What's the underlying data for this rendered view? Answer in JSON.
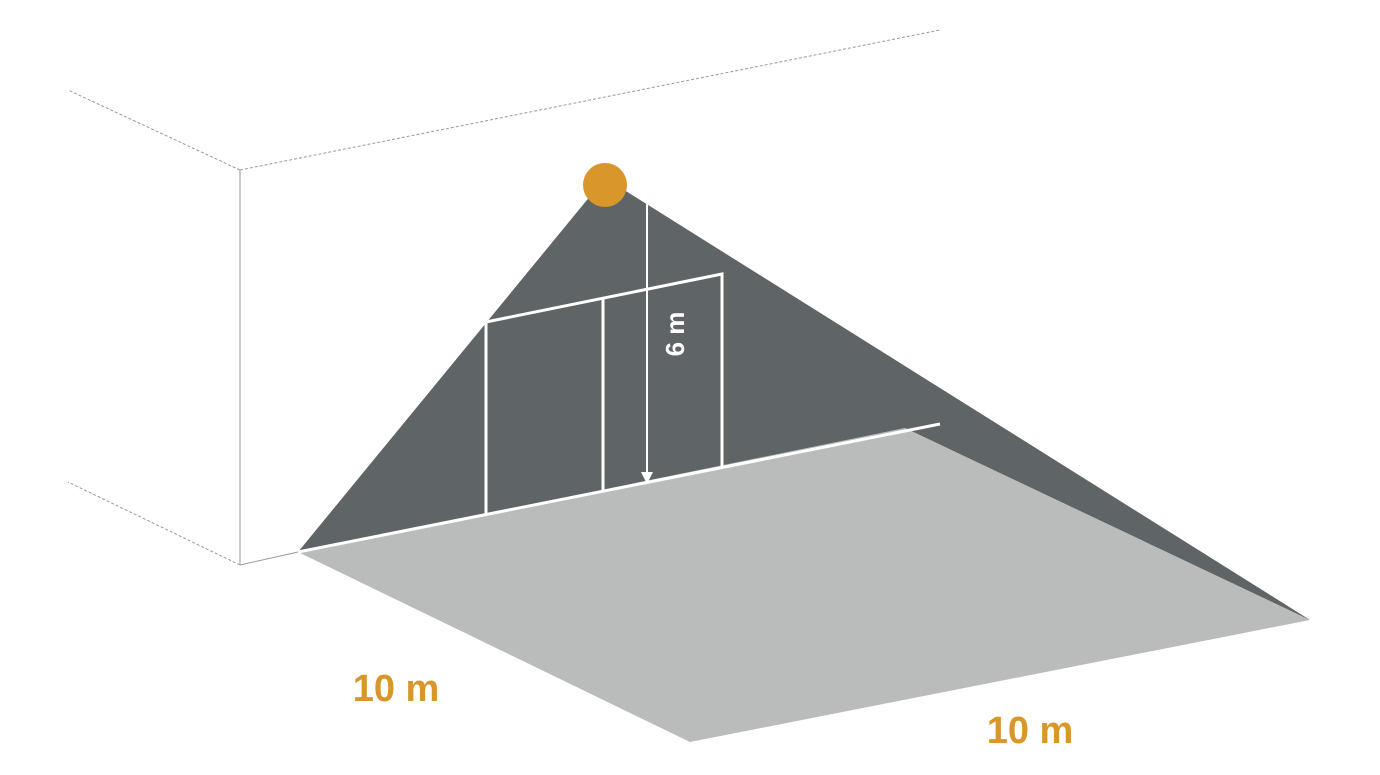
{
  "diagram": {
    "height_label": "6 m",
    "depth_label": "10 m",
    "width_label": "10 m"
  },
  "colors": {
    "accent": "#D9962A",
    "cone": "#5F6466",
    "floor": "#BABCBB",
    "line": "#FFFFFF",
    "building_edge": "#9A9A9A"
  },
  "icons": {
    "sensor": "sensor-dot-icon"
  }
}
